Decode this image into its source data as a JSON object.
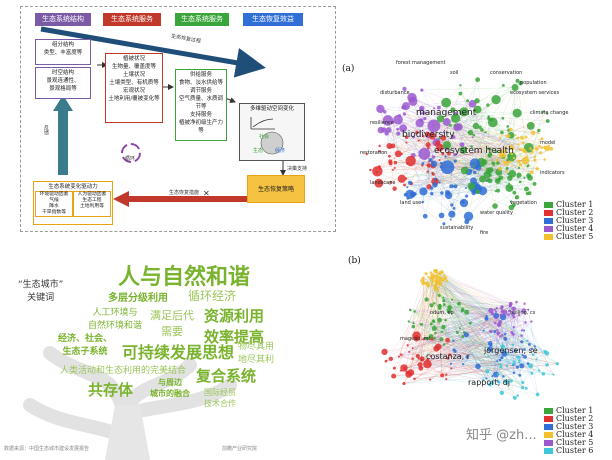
{
  "diagram": {
    "headers": [
      "生态系统结构",
      "生态系统服务",
      "生态系统服务",
      "生态恢复效益"
    ],
    "struct_box1": "组分结构\n类型、丰富度等",
    "struct_box2": "时空结构\n景观连通性、\n景观格局等",
    "function_box": "植被状况\n生物量、覆盖度等\n土壤状况\n土壤类型、有机质等\n宏观状况\n土地利用/覆被变化等",
    "service_box": "供给服务\n食物、淡水供给等\n调节服务\n空气质量、水质调节等\n支持服务\n植被净初级生产力等",
    "benefit_box": "多维驱动空间变化",
    "eco_labels": [
      "社会",
      "经济",
      "生态"
    ],
    "driver_title": "生态系统变化驱动力",
    "driver_left": "环境驱动因素\n气候\n降水\n干旱指数等",
    "driver_right": "人为驱动因素\n生态工程\n土地利用等",
    "cycle_label": "循环",
    "arrow_left_label": "反馈",
    "arrow_top_label": "生态恢复过程",
    "decision_label": "决策支持",
    "restore_label": "生态恢复措施",
    "policy_box": "生态恢复策略"
  },
  "wordcloud": {
    "title": "“生态城市”\n关键词",
    "words": [
      "人与自然和谐",
      "多层分级利用",
      "循环经济",
      "人工环境与\n自然环境和谐",
      "满足后代\n需要",
      "资源利用\n效率提高",
      "经济、社会、\n生态子系统",
      "可持续发展思想",
      "物尽其用\n地尽其利",
      "人类活动和生态利用的完美结合",
      "复合系统",
      "共存体",
      "与周边\n城市的融合",
      "国际经贸\n技术合作"
    ],
    "source_left": "数据来源：中国生态城市建设发展报告",
    "source_right": "前瞻产业研究院"
  },
  "network_a": {
    "panel_label": "(a)",
    "labels": [
      "management",
      "biodiversity",
      "ecosystem health",
      "forest management",
      "conservation",
      "ecosystem services",
      "restoration",
      "climate change",
      "water quality",
      "land use",
      "resilience",
      "indicators",
      "vegetation",
      "soil",
      "population",
      "landscape",
      "model",
      "sustainability",
      "disturbance",
      "fire"
    ],
    "legend": [
      "Cluster 1",
      "Cluster 2",
      "Cluster 3",
      "Cluster 4",
      "Cluster 5"
    ],
    "colors": {
      "c1": "#3aa53a",
      "c2": "#e03030",
      "c3": "#2f6fd6",
      "c4": "#9b59d0",
      "c5": "#f2c12e"
    }
  },
  "network_b": {
    "panel_label": "(b)",
    "labels": [
      "jorgensen, se",
      "costanza, r",
      "rapport, dj",
      "odum, ep",
      "holling, cs",
      "mageau, mt"
    ],
    "legend": [
      "Cluster 1",
      "Cluster 2",
      "Cluster 3",
      "Cluster 4",
      "Cluster 5",
      "Cluster 6"
    ],
    "colors": {
      "c1": "#3aa53a",
      "c2": "#e03030",
      "c3": "#2f6fd6",
      "c4": "#f2c12e",
      "c5": "#9b59d0",
      "c6": "#3fc7d8"
    },
    "watermark": "知乎 @zh..."
  }
}
